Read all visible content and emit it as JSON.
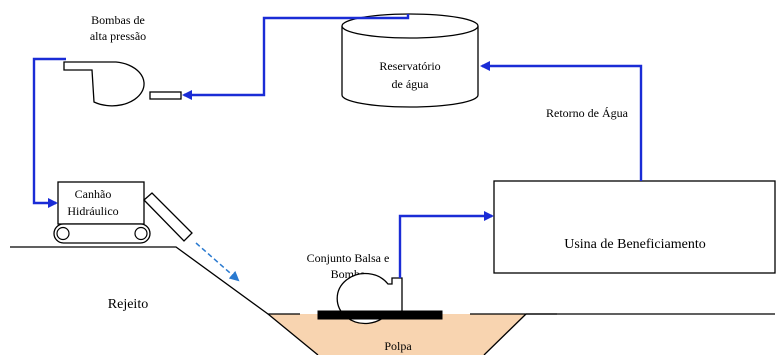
{
  "labels": {
    "bombas_line1": "Bombas de",
    "bombas_line2": "alta pressão",
    "reservatorio_line1": "Reservatório",
    "reservatorio_line2": "de água",
    "retorno": "Retorno de Água",
    "canhao_line1": "Canhão",
    "canhao_line2": "Hidráulico",
    "usina": "Usina de Beneficiamento",
    "conjunto_line1": "Conjunto Balsa e",
    "conjunto_line2": "Bomba",
    "rejeito": "Rejeito",
    "polpa": "Polpa"
  },
  "colors": {
    "flow_line": "#1a2cd6",
    "water_jet": "#2a7ad0",
    "pulp_fill": "#f8d4b0",
    "outline": "#000000"
  }
}
